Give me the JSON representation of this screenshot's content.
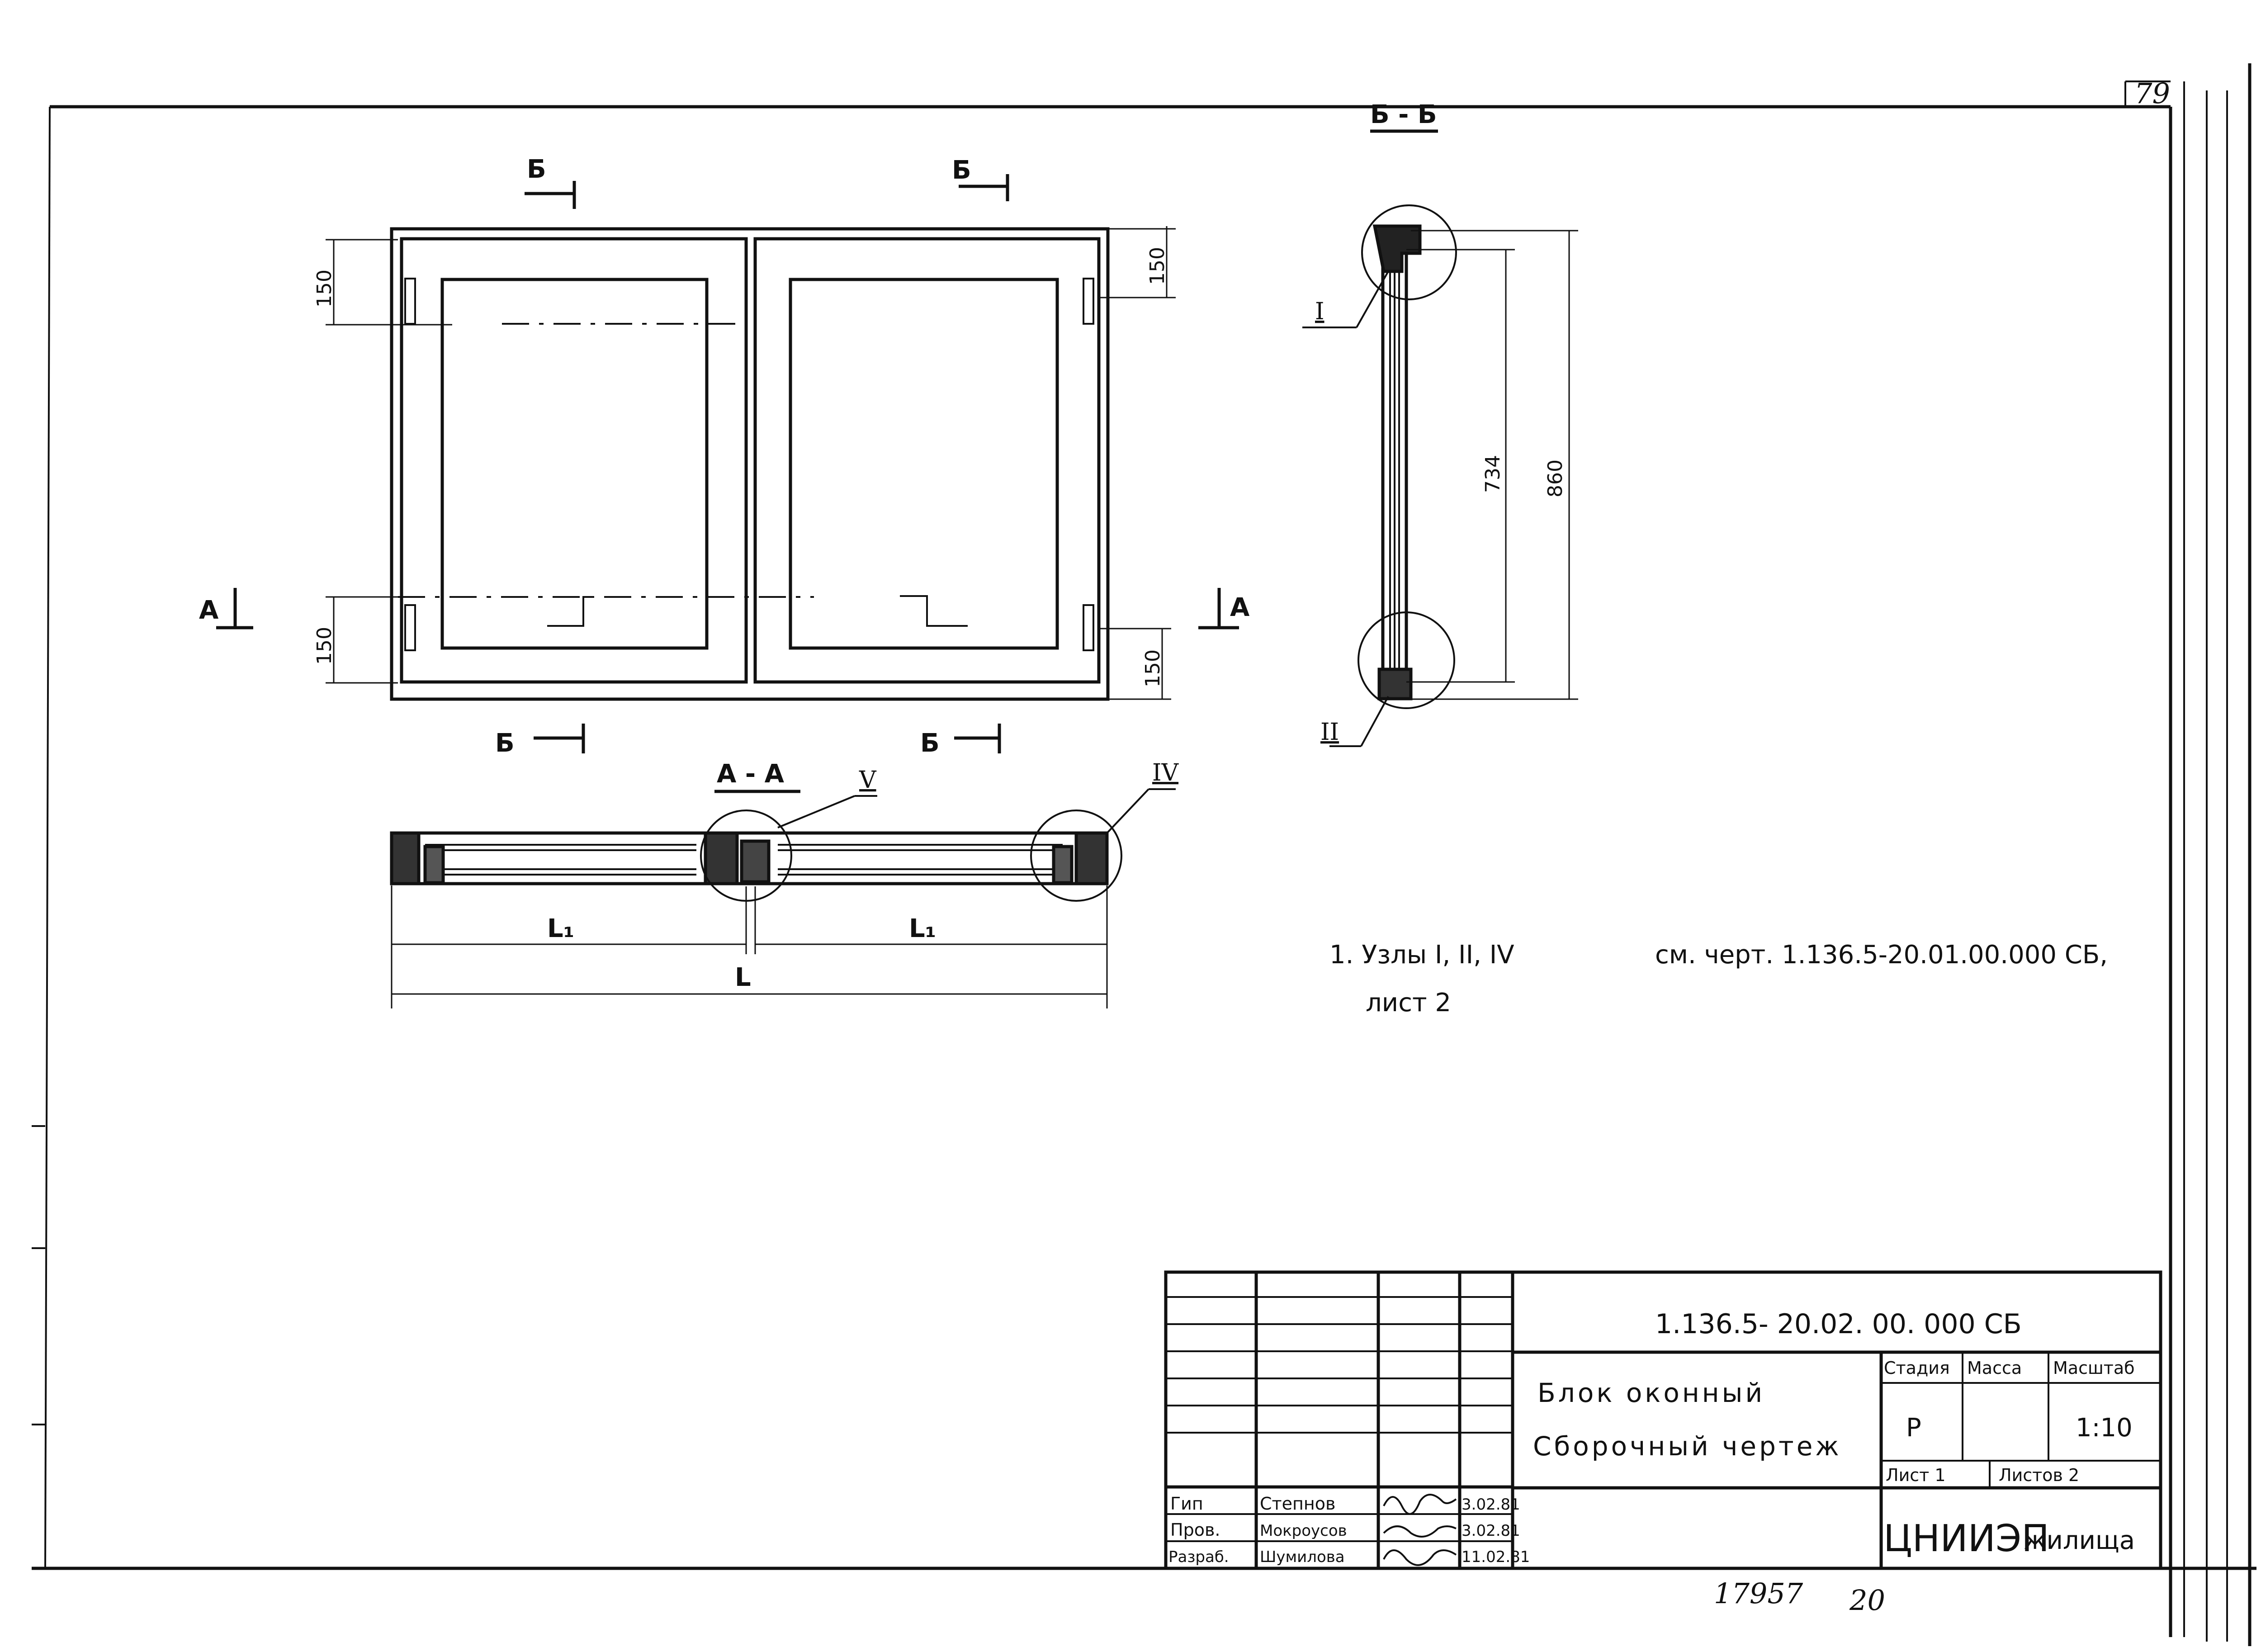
{
  "sheet_number": "79",
  "elevation": {
    "cut_marks": [
      "Б",
      "Б",
      "Б",
      "Б"
    ],
    "side_marks": [
      "А",
      "А"
    ],
    "dims": [
      "150",
      "150",
      "150",
      "150"
    ]
  },
  "section_bb": {
    "title": "Б - Б",
    "dims": [
      "734",
      "860"
    ],
    "nodes": [
      "I",
      "II"
    ]
  },
  "section_aa": {
    "title": "А - А",
    "nodes": [
      "V",
      "IV"
    ],
    "dims": [
      "L₁",
      "L₁",
      "L"
    ]
  },
  "note": {
    "line1": "1. Узлы I, II, IV",
    "line1_ref": "см. черт. 1.136.5-20.01.00.000 СБ,",
    "line2": "лист 2"
  },
  "title_block": {
    "code": "1.136.5- 20.02. 00. 000 СБ",
    "title_line1": "Блок оконный",
    "title_line2": "Сборочный чертеж",
    "headers": [
      "Стадия",
      "Масса",
      "Масштаб"
    ],
    "stage": "Р",
    "mass": "",
    "scale": "1:10",
    "sheet_label": "Лист 1",
    "sheets_label": "Листов 2",
    "org_big": "ЦНИИЭП",
    "org_small": "жилища",
    "signatures": [
      {
        "role": "Гип",
        "name": "Степнов",
        "date": "3.02.81"
      },
      {
        "role": "Пров.",
        "name": "Мокроусов",
        "date": "3.02.81"
      },
      {
        "role": "Разраб.",
        "name": "Шумилова",
        "date": "11.02.81"
      }
    ]
  },
  "footer": {
    "inventory": "17957",
    "page": "20"
  }
}
